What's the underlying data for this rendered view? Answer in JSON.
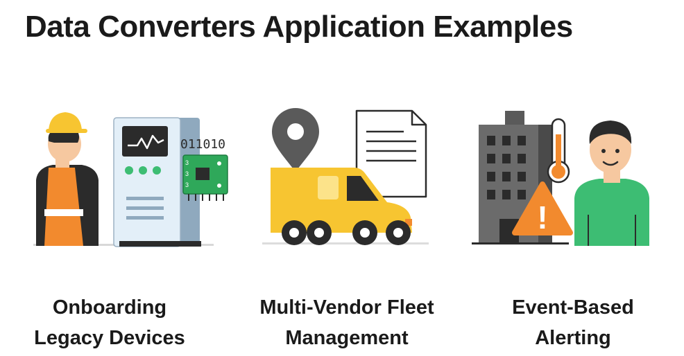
{
  "title": "Data Converters Application Examples",
  "examples": [
    {
      "icon": "worker-with-legacy-device-icon",
      "line1": "Onboarding",
      "line2": "Legacy Devices",
      "binary_text": "011010",
      "chip_text": [
        "3",
        "3",
        "3"
      ]
    },
    {
      "icon": "delivery-van-location-icon",
      "line1": "Multi-Vendor Fleet",
      "line2": "Management"
    },
    {
      "icon": "building-alert-thermometer-icon",
      "line1": "Event-Based",
      "line2": "Alerting",
      "alert_symbol": "!"
    }
  ],
  "colors": {
    "orange": "#F28A2E",
    "yellow": "#F7C531",
    "green": "#3DBD73",
    "board_green": "#2FA85A",
    "dark": "#2B2B2B",
    "device_blue": "#E3EFF8",
    "skin": "#F6C8A0"
  }
}
